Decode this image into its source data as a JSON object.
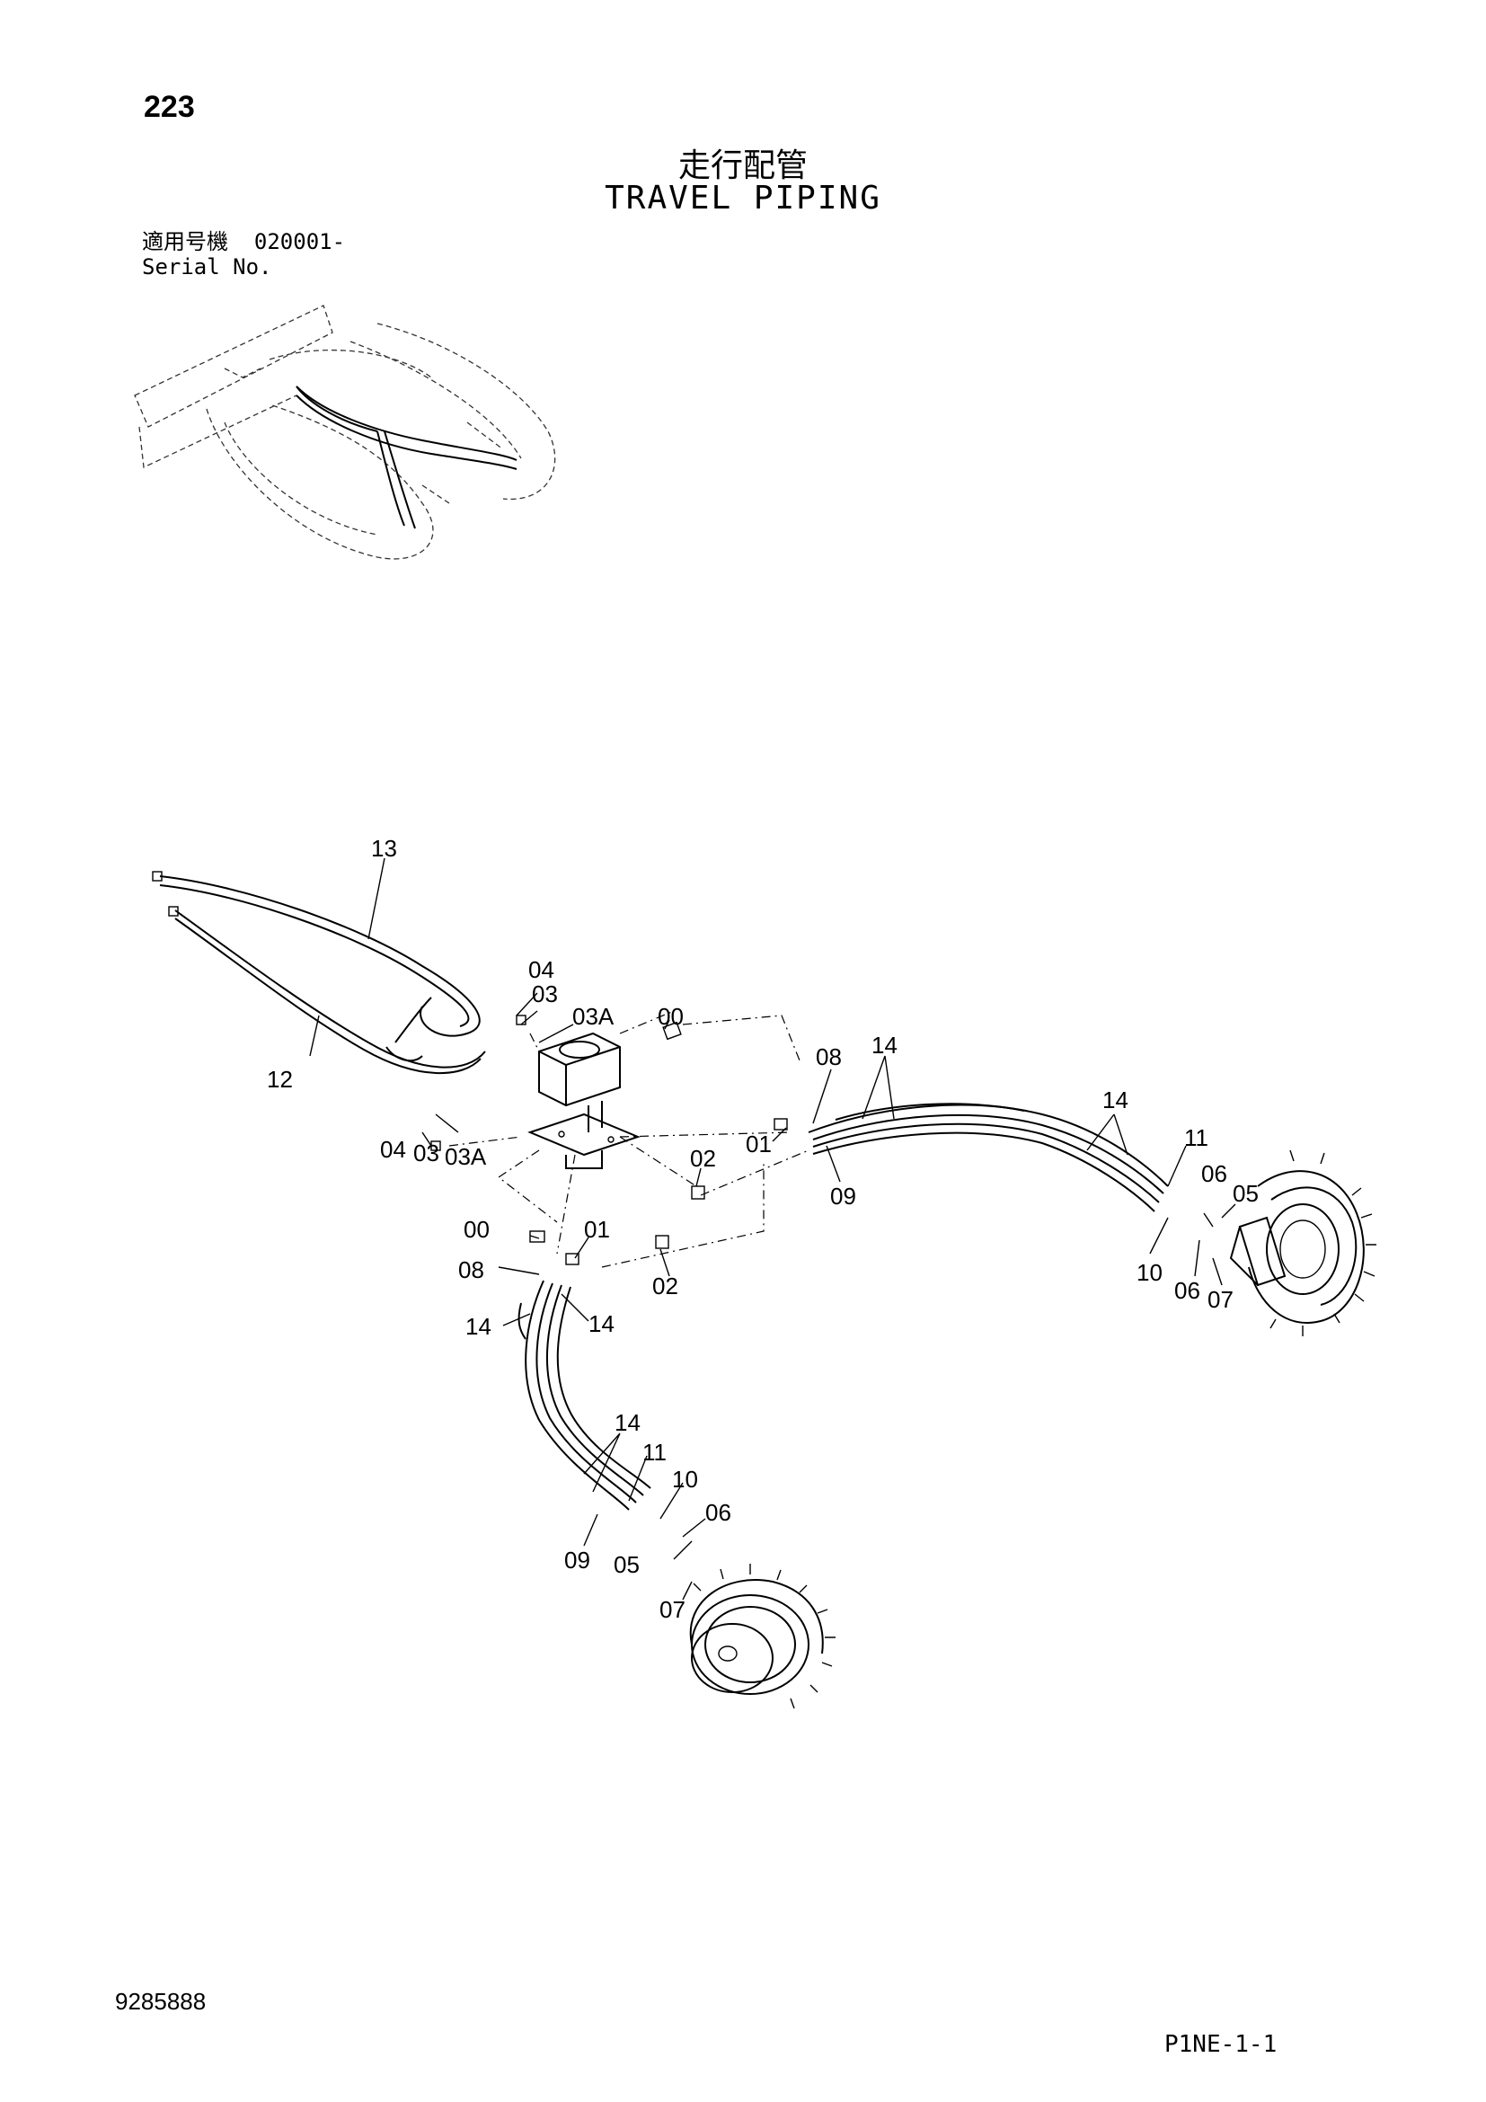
{
  "header": {
    "page_number": "223",
    "title_jp": "走行配管",
    "title_en": "TRAVEL PIPING"
  },
  "serial": {
    "label_jp": "適用号機",
    "value": "020001-",
    "label_en": "Serial No."
  },
  "callouts": {
    "c13": "13",
    "c12": "12",
    "c04a": "04",
    "c03a": "03",
    "c03Aa": "03A",
    "c00a": "00",
    "c08a": "08",
    "c14a": "14",
    "c14b": "14",
    "c11a": "11",
    "c01a": "01",
    "c02a": "02",
    "c09a": "09",
    "c06a": "06",
    "c05a": "05",
    "c10a": "10",
    "c06b": "06",
    "c07a": "07",
    "c04b": "04",
    "c03b": "03",
    "c03Ab": "03A",
    "c00b": "00",
    "c01b": "01",
    "c08b": "08",
    "c02b": "02",
    "c14c": "14",
    "c14d": "14",
    "c14e": "14",
    "c11b": "11",
    "c10b": "10",
    "c06c": "06",
    "c09b": "09",
    "c05b": "05",
    "c07b": "07"
  },
  "footer": {
    "doc_number": "9285888",
    "page_code": "P1NE-1-1"
  }
}
